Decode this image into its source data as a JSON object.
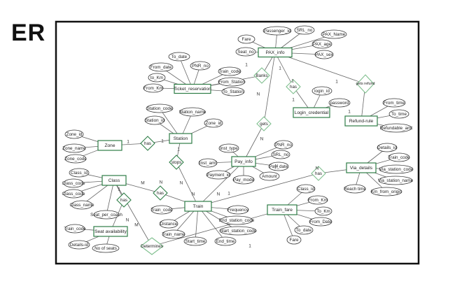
{
  "heading": "ER",
  "entities": [
    {
      "id": "pax",
      "label": "PAX_info"
    },
    {
      "id": "ticket",
      "label": "Ticket_reservation"
    },
    {
      "id": "login",
      "label": "Login_credential"
    },
    {
      "id": "refund",
      "label": "Refund-rule"
    },
    {
      "id": "zone",
      "label": "Zone"
    },
    {
      "id": "station",
      "label": "Station"
    },
    {
      "id": "pay",
      "label": "Pay_info"
    },
    {
      "id": "via",
      "label": "Via_details"
    },
    {
      "id": "class",
      "label": "Class"
    },
    {
      "id": "train",
      "label": "Train"
    },
    {
      "id": "fare",
      "label": "Train_fare"
    },
    {
      "id": "seat",
      "label": "Seat availability"
    }
  ],
  "relationships": [
    {
      "id": "banks",
      "label": "Banks"
    },
    {
      "id": "has_login",
      "label": "has"
    },
    {
      "id": "gets_refund",
      "label": "gets refund"
    },
    {
      "id": "gets_pay",
      "label": "gets"
    },
    {
      "id": "has_zone",
      "label": "has"
    },
    {
      "id": "stops",
      "label": "stops"
    },
    {
      "id": "has_via",
      "label": "has"
    },
    {
      "id": "has_class",
      "label": "has"
    },
    {
      "id": "has_seat",
      "label": "has"
    },
    {
      "id": "determines",
      "label": "Determines"
    }
  ],
  "attributes": [
    "Passenger_id",
    "SRL_no",
    "PAX_Name",
    "Fare",
    "PAX_age",
    "Seat_no",
    "PAX_sex",
    "To_date",
    "From_date",
    "PNR_no",
    "Train_code",
    "to_Km",
    "From_Station",
    "From_Km",
    "To_Station",
    "login_id",
    "password",
    "From_time",
    "To_time",
    "Refundable_amt",
    "Station_code",
    "Station_name",
    "Station_id",
    "Zone_id",
    "Zone_id",
    "Zone_name",
    "Zone_code",
    "Inst_type",
    "PNR_no",
    "Inst_amt",
    "SRL_no",
    "Pay_date",
    "Payment_id",
    "Pay_mode",
    "Amount",
    "Details_id",
    "Train_code",
    "Via_station_code",
    "Via_station_name",
    "Reach time",
    "Km_from_origin",
    "Class_id",
    "Class_code",
    "Class_code",
    "Class_name",
    "Seat_per_coach",
    "Train_code",
    "Frequency",
    "Distance",
    "End_station_code",
    "Train_name",
    "Start_station_code",
    "Start_time",
    "End_time",
    "Class_id",
    "From_Km",
    "To_Km",
    "From_Date",
    "To_date",
    "Fare",
    "Train_code",
    "Details-id",
    "No of seats"
  ],
  "cardinalities": [
    "1",
    "1",
    "1",
    "1",
    "1",
    "1",
    "N",
    "N",
    "1",
    "1",
    "1",
    "N",
    "N",
    "N",
    "1",
    "N",
    "N",
    "M",
    "N",
    "1",
    "N",
    "M",
    "1"
  ]
}
